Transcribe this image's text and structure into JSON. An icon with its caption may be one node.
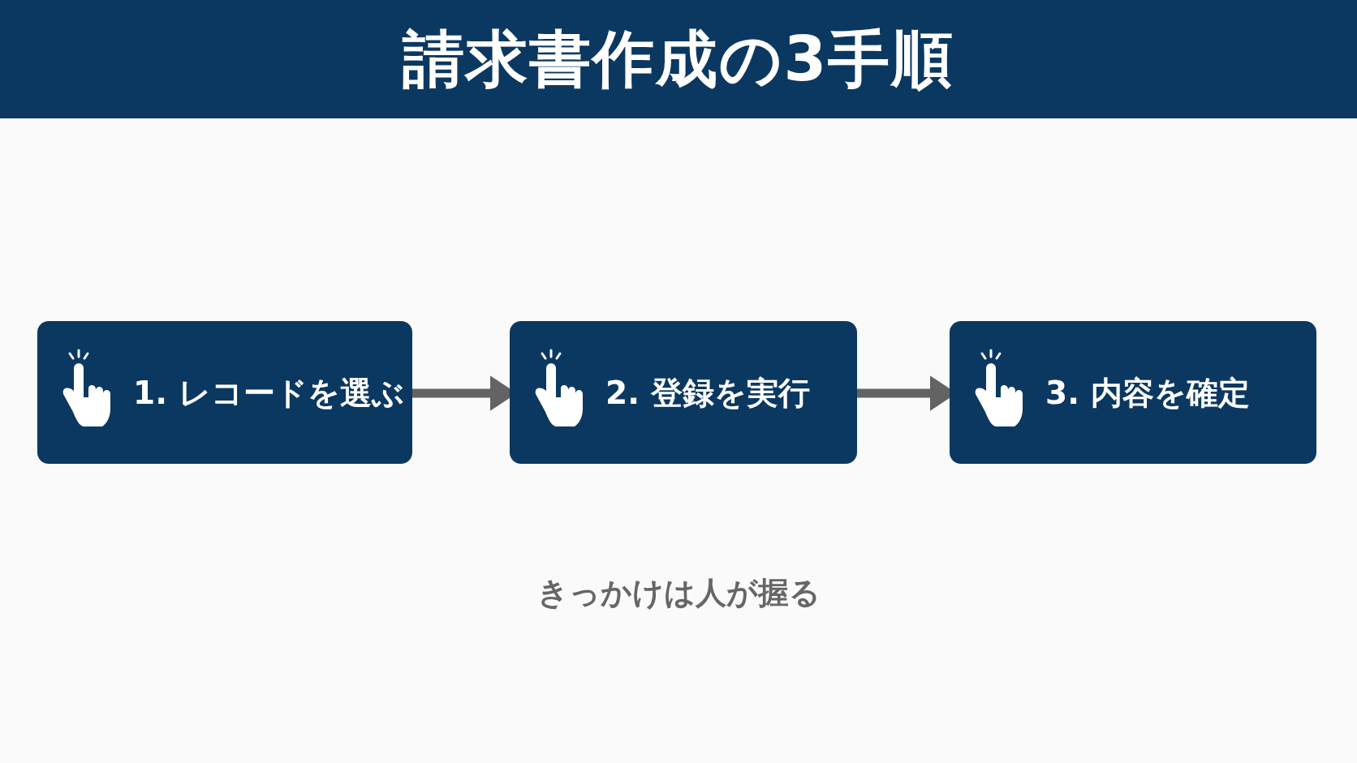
{
  "diagram": {
    "title": "請求書作成の3手順",
    "nodes": [
      {
        "text": [
          "1. レコードを選ぶ"
        ]
      },
      {
        "text": [
          "2. 登録を実行"
        ]
      },
      {
        "text": [
          "3. 内容を確定"
        ]
      }
    ],
    "edges": [
      {
        "from": 0,
        "to": 1,
        "arrow": "to"
      },
      {
        "from": 1,
        "to": 2,
        "arrow": "to"
      }
    ],
    "labels": [
      "きっかけは人が握る"
    ]
  }
}
